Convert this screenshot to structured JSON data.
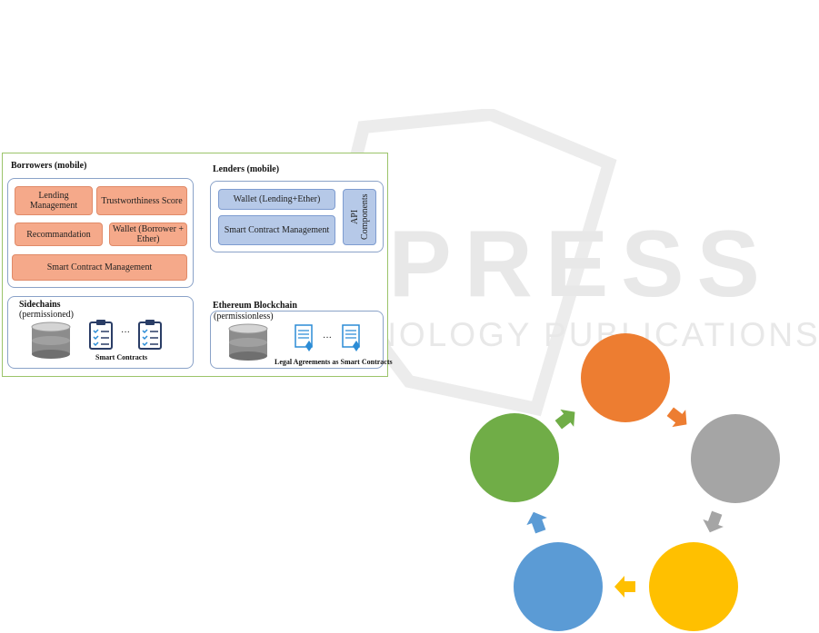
{
  "watermark": {
    "main": "SCITEPRESS",
    "sub": "SCIENCE AND TECHNOLOGY PUBLICATIONS"
  },
  "diagram": {
    "borrowers": {
      "title": "Borrowers (mobile)",
      "boxes": {
        "lending": "Lending Management",
        "trust": "Trustworthiness Score",
        "recommendation": "Recommandation",
        "wallet": "Wallet (Borrower + Ether)",
        "smart_contract": "Smart Contract Management"
      },
      "sidechains": {
        "title": "Sidechains",
        "subtitle": "(permissioned)",
        "caption": "Smart Contracts"
      }
    },
    "lenders": {
      "title": "Lenders (mobile)",
      "boxes": {
        "wallet": "Wallet (Lending+Ether)",
        "smart_contract": "Smart Contract Management",
        "api": "API Components"
      }
    },
    "ethereum": {
      "title": "Ethereum Blockchain",
      "subtitle": "(permissionless)",
      "caption": "Legal Agreements as Smart Contracts"
    },
    "colors": {
      "orange_box": "#f5a98a",
      "blue_box": "#b6c9e8",
      "frame_border": "#9bc46a"
    }
  },
  "cycle": {
    "nodes": [
      {
        "name": "orange-node",
        "color": "#ed7d31"
      },
      {
        "name": "gray-node",
        "color": "#a5a5a5"
      },
      {
        "name": "yellow-node",
        "color": "#ffc000"
      },
      {
        "name": "blue-node",
        "color": "#5b9bd5"
      },
      {
        "name": "green-node",
        "color": "#70ad47"
      }
    ]
  }
}
